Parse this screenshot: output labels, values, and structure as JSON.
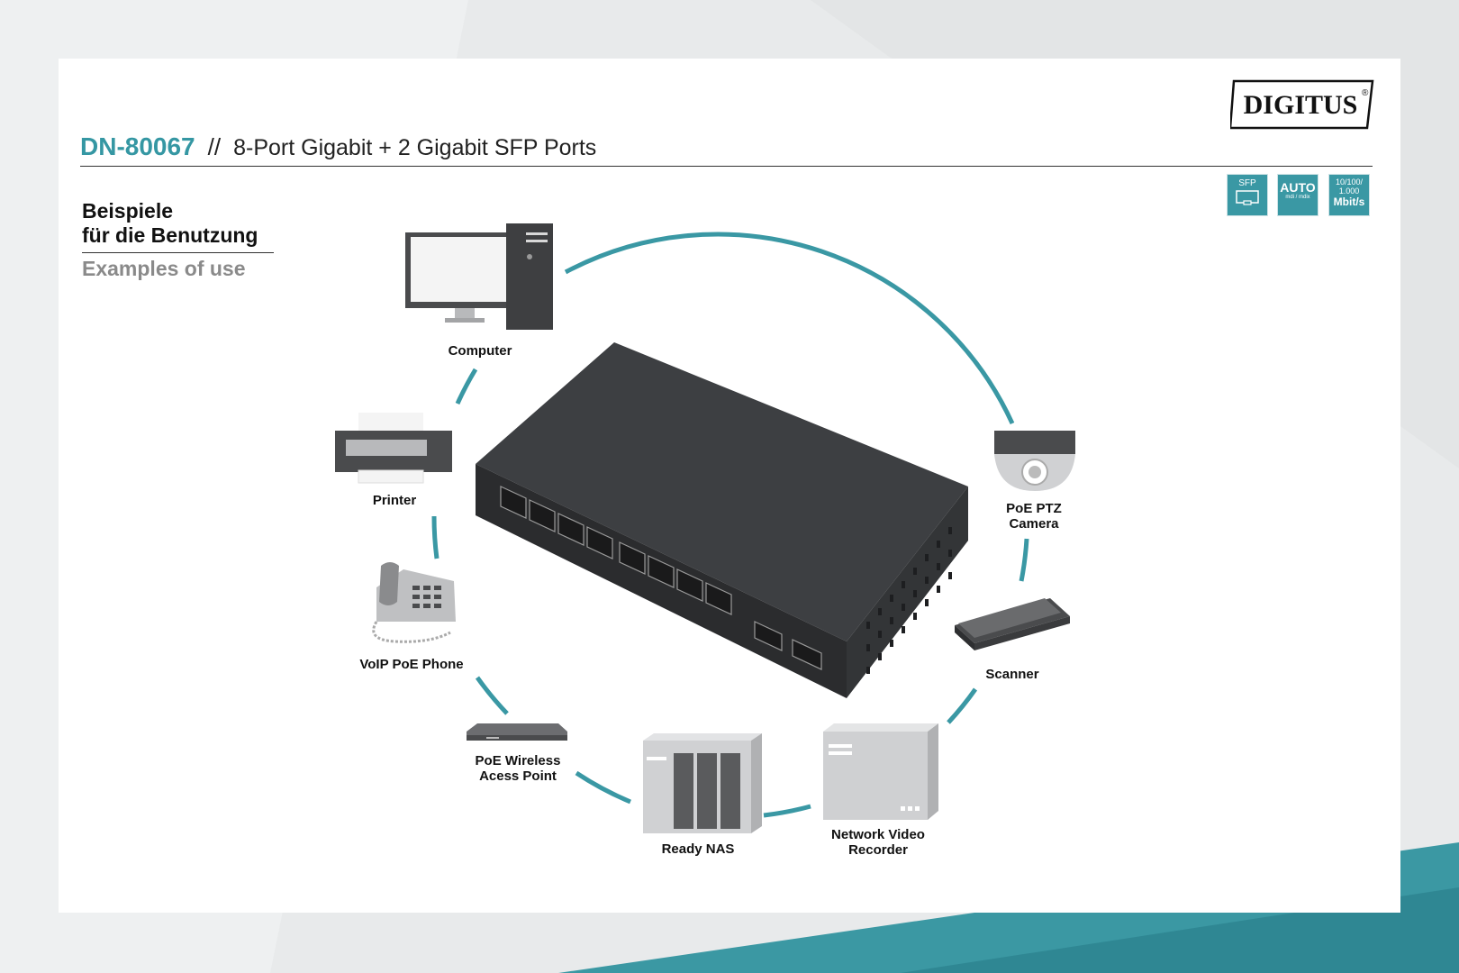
{
  "header": {
    "model": "DN-80067",
    "separator": "//",
    "subtitle": "8-Port Gigabit + 2 Gigabit SFP Ports",
    "logo": "DIGITUS",
    "logo_mark": "®"
  },
  "badges": [
    {
      "line1": "SFP",
      "icon": "sfp-port-icon"
    },
    {
      "line1": "AUTO",
      "line2": "mdi / mdix"
    },
    {
      "line1": "10/100/",
      "line2": "1.000",
      "line3": "Mbit/s"
    }
  ],
  "section": {
    "title_de_1": "Beispiele",
    "title_de_2": "für die Benutzung",
    "title_en": "Examples of use"
  },
  "devices": [
    {
      "label": "Computer",
      "icon": "computer-icon"
    },
    {
      "label": "Printer",
      "icon": "printer-icon"
    },
    {
      "label": "VoIP PoE Phone",
      "icon": "phone-icon"
    },
    {
      "label": "PoE Wireless\nAcess Point",
      "icon": "access-point-icon"
    },
    {
      "label": "Ready NAS",
      "icon": "nas-icon"
    },
    {
      "label": "Network Video\nRecorder",
      "icon": "nvr-icon"
    },
    {
      "label": "Scanner",
      "icon": "scanner-icon"
    },
    {
      "label": "PoE PTZ\nCamera",
      "icon": "camera-icon"
    }
  ],
  "colors": {
    "accent": "#3a98a4",
    "ring": "#3a98a4",
    "switch_body": "#3d3f42",
    "background": "#e9ebec"
  }
}
